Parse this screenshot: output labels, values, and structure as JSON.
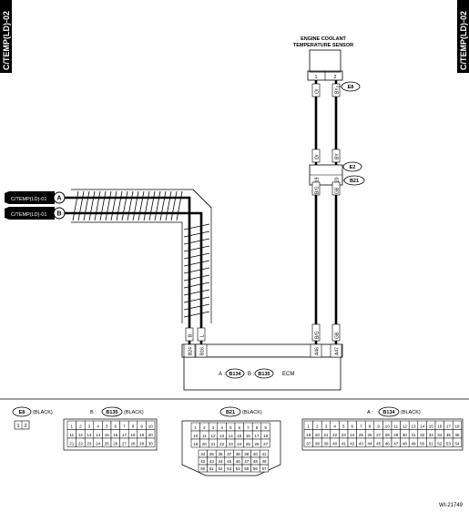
{
  "side_tabs": {
    "left": "C/TEMP(LD)-02",
    "right": "C/TEMP(LD)-02"
  },
  "sensor": {
    "title_line1": "ENGINE COOLANT",
    "title_line2": "TEMPERATURE SENSOR",
    "pin1": "1",
    "pin2": "2"
  },
  "connectors": {
    "e8": "E8",
    "e2": "E2",
    "b21": "B21"
  },
  "wires": {
    "left_top": "Or",
    "right_top": "BY",
    "left_mid1": "Or",
    "right_mid1": "BY",
    "left_mid2_pin": "19",
    "right_mid2_pin": "20",
    "left_mid3": "B/G",
    "right_mid3": "GB",
    "ecm_left_color": "B/G",
    "ecm_right_color": "GB",
    "ecm_left_pin": "A46",
    "ecm_right_pin": "A47",
    "shield_b_color": "B",
    "shield_l_color": "L",
    "shield_b_pin": "B24",
    "shield_l_pin": "B16"
  },
  "refs": {
    "a": "C/TEMP(LD)-01",
    "b": "C/TEMP(LD)-01",
    "a_letter": "A",
    "b_letter": "B"
  },
  "ecm": {
    "a_prefix": "A :",
    "a_conn": "B134",
    "b_prefix": "B :",
    "b_conn": "B135",
    "label": "ECM"
  },
  "panels": {
    "e8": {
      "name": "E8",
      "suffix": "(BLACK)",
      "pins": [
        "1",
        "2"
      ]
    },
    "b135": {
      "prefix": "B :",
      "name": "B135",
      "suffix": "(BLACK)"
    },
    "b21": {
      "name": "B21",
      "suffix": "(BLACK)"
    },
    "b134": {
      "prefix": "A :",
      "name": "B134",
      "suffix": "(BLACK)"
    }
  },
  "figure_id": "WI-21749"
}
